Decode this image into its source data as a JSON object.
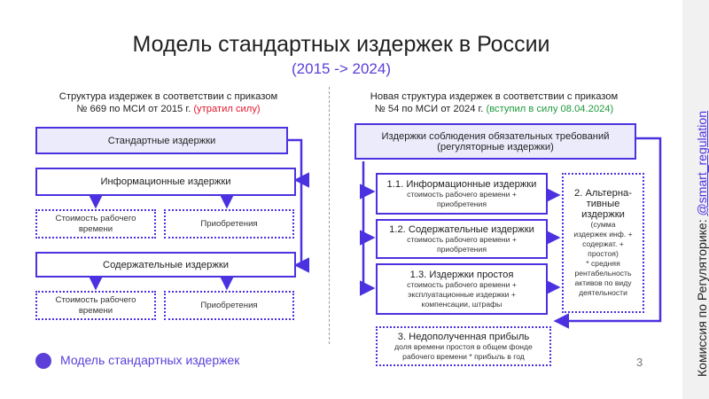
{
  "title": "Модель стандартных издержек в России",
  "subtitle": "(2015 -> 2024)",
  "left": {
    "header_line1": "Структура издержек в соответствии с приказом",
    "header_line2": "№ 669 по МСИ от 2015 г.",
    "header_status": "(утратил силу)",
    "standard": "Стандартные издержки",
    "info": "Информационные издержки",
    "info_sub1_l1": "Стоимость рабочего",
    "info_sub1_l2": "времени",
    "info_sub2": "Приобретения",
    "content": "Содержательные издержки",
    "content_sub1_l1": "Стоимость рабочего",
    "content_sub1_l2": "времени",
    "content_sub2": "Приобретения"
  },
  "right": {
    "header_line1": "Новая структура издержек в соответствии с приказом",
    "header_line2": "№ 54 по МСИ от 2024 г.",
    "header_status": "(вступил в силу 08.04.2024)",
    "main_l1": "Издержки соблюдения обязательных требований",
    "main_l2": "(регуляторные издержки)",
    "b11_title": "1.1. Информационные издержки",
    "b11_d1": "стоимость рабочего времени +",
    "b11_d2": "приобретения",
    "b12_title": "1.2. Содержательные издержки",
    "b12_d1": "стоимость рабочего времени +",
    "b12_d2": "приобретения",
    "b13_title": "1.3. Издержки простоя",
    "b13_d1": "стоимость рабочего времени +",
    "b13_d2": "эксплуатационные издержки +",
    "b13_d3": "компенсации, штрафы",
    "b3_title": "3. Недополученная прибыль",
    "b3_d1": "доля времени простоя в общем фонде",
    "b3_d2": "рабочего времени * прибыль в год",
    "alt_t1": "2. Альтерна-",
    "alt_t2": "тивные",
    "alt_t3": "издержки",
    "alt_d1": "(сумма",
    "alt_d2": "издержек инф. +",
    "alt_d3": "содержат. +",
    "alt_d4": "простоя)",
    "alt_d5": "* средняя",
    "alt_d6": "рентабельность",
    "alt_d7": "активов по виду",
    "alt_d8": "деятельности"
  },
  "footer": {
    "label": "Модель стандартных издержек",
    "page_number": "3"
  },
  "sidebar": {
    "text": "Комиссия по Регуляторике: ",
    "link": "@smart_regulation"
  },
  "colors": {
    "accent": "#4b32e0",
    "accent_light": "#ecebfb",
    "status_lost": "#e0182d",
    "status_active": "#1f9a3c"
  }
}
